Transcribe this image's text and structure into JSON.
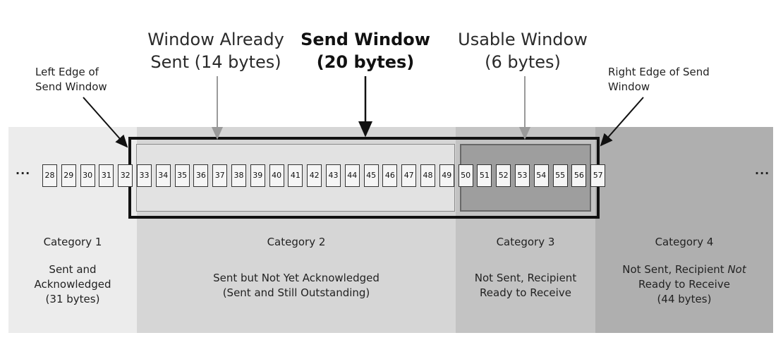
{
  "headers": {
    "already_sent": [
      "Window Already",
      "Sent (14 bytes)"
    ],
    "send_window": [
      "Send Window",
      "(20 bytes)"
    ],
    "usable_window": [
      "Usable Window",
      "(6 bytes)"
    ]
  },
  "edges": {
    "left": [
      "Left Edge of",
      "Send Window"
    ],
    "right": [
      "Right Edge of Send",
      "Window"
    ]
  },
  "sequence": {
    "first": 28,
    "last": 57,
    "ellipsis_left": "···",
    "ellipsis_right": "···"
  },
  "categories": [
    {
      "title": "Category 1",
      "lines": [
        "Sent and",
        "Acknowledged",
        "(31 bytes)"
      ]
    },
    {
      "title": "Category 2",
      "lines": [
        "Sent but Not Yet Acknowledged",
        "(Sent and Still Outstanding)"
      ]
    },
    {
      "title": "Category 3",
      "lines": [
        "Not Sent, Recipient",
        "Ready to Receive"
      ]
    },
    {
      "title": "Category 4",
      "lines": [
        "Not Sent, Recipient ",
        "Not",
        "Ready to Receive",
        "(44 bytes)"
      ]
    }
  ],
  "colors": {
    "category_1": "#ececec",
    "category_2": "#d6d6d6",
    "category_3": "#c3c3c3",
    "category_4": "#afafaf",
    "send_window_border": "#111111"
  }
}
